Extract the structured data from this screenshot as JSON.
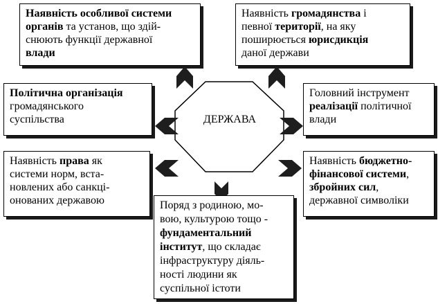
{
  "center": {
    "label": "ДЕРЖАВА"
  },
  "boxes": {
    "top_left": {
      "lines": [
        [
          {
            "t": "Наявність особливої ",
            "b": true
          },
          {
            "t": "системи",
            "b": true
          }
        ],
        [
          {
            "t": "органів",
            "b": true
          },
          {
            "t": " та установ, що здій-",
            "b": false
          }
        ],
        [
          {
            "t": "снюють функції державної",
            "b": false
          }
        ],
        [
          {
            "t": "влади",
            "b": true
          }
        ]
      ]
    },
    "top_right": {
      "lines": [
        [
          {
            "t": "Наявність ",
            "b": false
          },
          {
            "t": "громадянства",
            "b": true
          },
          {
            "t": " і",
            "b": false
          }
        ],
        [
          {
            "t": "певної ",
            "b": false
          },
          {
            "t": "території",
            "b": true
          },
          {
            "t": ", на яку",
            "b": false
          }
        ],
        [
          {
            "t": "поширюється ",
            "b": false
          },
          {
            "t": "юрисдикція",
            "b": true
          }
        ],
        [
          {
            "t": "даної держави",
            "b": false
          }
        ]
      ]
    },
    "mid_left": {
      "lines": [
        [
          {
            "t": "Політична організація",
            "b": true
          }
        ],
        [
          {
            "t": "громадянського",
            "b": false
          }
        ],
        [
          {
            "t": "суспільства",
            "b": false
          }
        ]
      ]
    },
    "mid_right": {
      "lines": [
        [
          {
            "t": "Головний інструмент",
            "b": false
          }
        ],
        [
          {
            "t": "реалізації",
            "b": true
          },
          {
            "t": " політичної",
            "b": false
          }
        ],
        [
          {
            "t": "влади",
            "b": false
          }
        ]
      ]
    },
    "bot_left": {
      "lines": [
        [
          {
            "t": "Наявність ",
            "b": false
          },
          {
            "t": "права",
            "b": true
          },
          {
            "t": " як",
            "b": false
          }
        ],
        [
          {
            "t": "системи норм,  вста-",
            "b": false
          }
        ],
        [
          {
            "t": "новлених або санкці-",
            "b": false
          }
        ],
        [
          {
            "t": "онованих державою",
            "b": false
          }
        ]
      ]
    },
    "bot_right": {
      "lines": [
        [
          {
            "t": "Наявність ",
            "b": false
          },
          {
            "t": "бюджетно-",
            "b": true
          }
        ],
        [
          {
            "t": "фінансової системи",
            "b": true
          },
          {
            "t": ",",
            "b": false
          }
        ],
        [
          {
            "t": "збройних сил",
            "b": true
          },
          {
            "t": ",",
            "b": false
          }
        ],
        [
          {
            "t": "державної символіки",
            "b": false
          }
        ]
      ]
    },
    "bottom": {
      "lines": [
        [
          {
            "t": "Поряд з родиною, мо-",
            "b": false
          }
        ],
        [
          {
            "t": "вою, культурою тощо -",
            "b": false
          }
        ],
        [
          {
            "t": "фундаментальний",
            "b": true
          }
        ],
        [
          {
            "t": "інститут",
            "b": true
          },
          {
            "t": ", що складає",
            "b": false
          }
        ],
        [
          {
            "t": "інфраструктуру діяль-",
            "b": false
          }
        ],
        [
          {
            "t": "ності людини як",
            "b": false
          }
        ],
        [
          {
            "t": "суспільної істоти",
            "b": false
          }
        ]
      ]
    }
  },
  "colors": {
    "arrow": "#1e1e1e",
    "border": "#000000",
    "background": "#ffffff"
  }
}
